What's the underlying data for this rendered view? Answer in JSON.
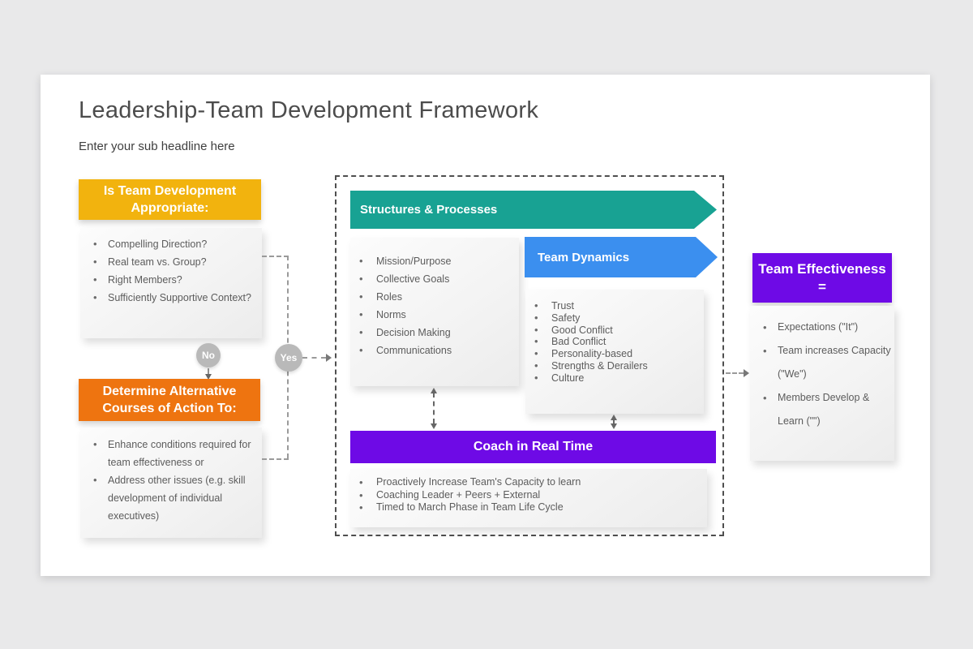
{
  "page": {
    "title": "Leadership-Team Development Framework",
    "subtitle": "Enter your sub headline here"
  },
  "decision": {
    "question_header": "Is Team Development Appropriate:",
    "question_items": [
      "Compelling Direction?",
      "Real team vs. Group?",
      "Right Members?",
      "Sufficiently Supportive Context?"
    ],
    "no_label": "No",
    "yes_label": "Yes",
    "alternative_header": "Determine Alternative Courses of Action To:",
    "alternative_items": [
      "Enhance conditions required for team effectiveness or",
      "Address other issues (e.g. skill development of individual executives)"
    ]
  },
  "framework": {
    "structures": {
      "header": "Structures & Processes",
      "items": [
        "Mission/Purpose",
        "Collective Goals",
        "Roles",
        "Norms",
        "Decision Making",
        "Communications"
      ]
    },
    "dynamics": {
      "header": "Team Dynamics",
      "items": [
        "Trust",
        "Safety",
        "Good Conflict",
        "Bad Conflict",
        "Personality-based",
        "Strengths & Derailers",
        "Culture"
      ]
    },
    "coach": {
      "header": "Coach in Real Time",
      "items": [
        "Proactively Increase Team's Capacity to learn",
        "Coaching Leader + Peers + External",
        "Timed to March Phase in Team Life Cycle"
      ]
    }
  },
  "effectiveness": {
    "header": "Team Effectiveness =",
    "items": [
      "Expectations (\"It\")",
      "Team increases Capacity (\"We\")",
      "Members Develop & Learn (\"\")"
    ]
  },
  "colors": {
    "yellow": "#F2B30E",
    "orange": "#EE7410",
    "teal": "#18A293",
    "blue": "#3B8FEF",
    "purple": "#6E0AE6",
    "circle_gray": "#B9B9B9",
    "background_gray": "#E9E9EA"
  }
}
